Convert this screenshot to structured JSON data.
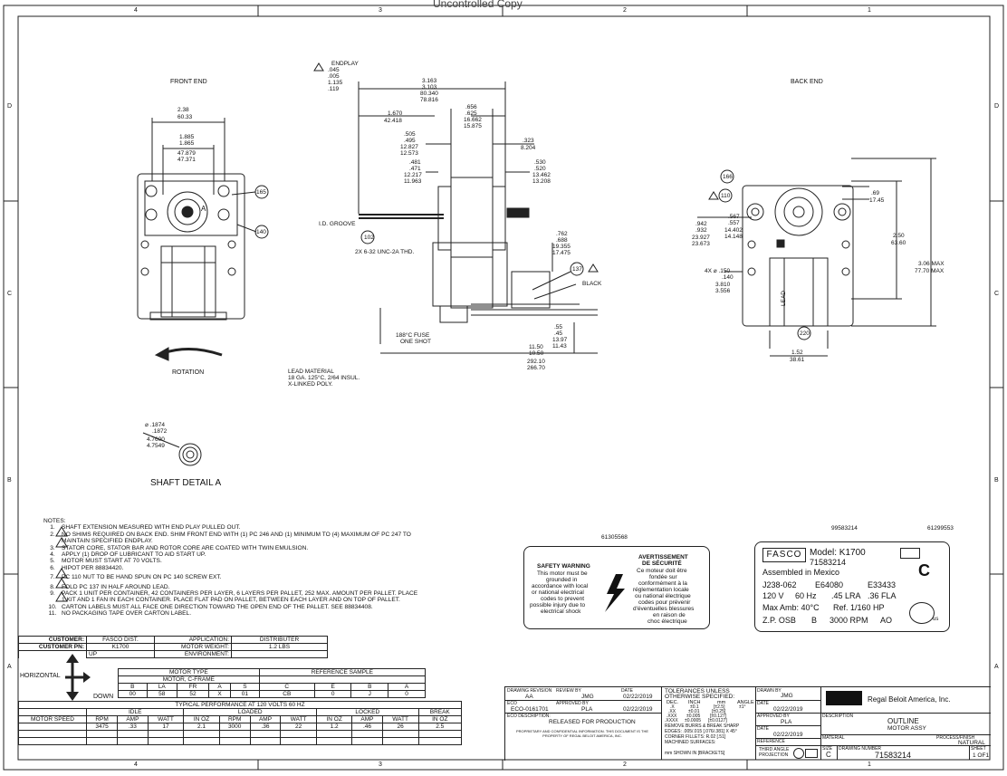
{
  "header": {
    "watermark": "Uncontrolled Copy"
  },
  "zones": {
    "top": [
      "4",
      "3",
      "2",
      "1"
    ],
    "bottom": [
      "4",
      "3",
      "2",
      "1"
    ],
    "left": [
      "D",
      "C",
      "B",
      "A"
    ],
    "right": [
      "D",
      "C",
      "B",
      "A"
    ]
  },
  "views": {
    "front_end": "FRONT END",
    "back_end": "BACK END",
    "rotation": "ROTATION",
    "shaft_detail": "SHAFT DETAIL A",
    "detail_marker": "A"
  },
  "front_dims": {
    "d1": "2.38",
    "d1m": "60.33",
    "d2a": "1.885",
    "d2b": "1.865",
    "d2c": "47.879",
    "d2d": "47.371",
    "b165": "165",
    "b140": "140"
  },
  "side_dims": {
    "endplay_label": "ENDPLAY",
    "endplay_a": ".045",
    "endplay_b": ".005",
    "endplay_c": "1.135",
    "endplay_d": ".119",
    "len_a": "3.163",
    "len_b": "3.103",
    "len_c": "80.340",
    "len_d": "78.816",
    "d1670": "1.670",
    "d1670m": "42.418",
    "d656": ".656",
    "d625": ".625",
    "d656m": "16.662",
    "d625m": "15.875",
    "d505": ".505",
    "d495": ".495",
    "d505m": "12.827",
    "d495m": "12.573",
    "d323": ".323",
    "d323m": "8.204",
    "d481": ".481",
    "d471": ".471",
    "d481m": "12.217",
    "d471m": "11.963",
    "d530": ".530",
    "d520": ".520",
    "d530m": "13.462",
    "d520m": "13.208",
    "groove": "I.D. GROOVE",
    "b102": "102",
    "thd": "2X 6-32 UNC-2A THD.",
    "d762": ".762",
    "d688": ".688",
    "d762m": "19.355",
    "d688m": "17.475",
    "b137": "137",
    "black": "BLACK",
    "d55": ".55",
    "d45": ".45",
    "d55m": "13.97",
    "d45m": "11.43",
    "fuse1": "188°C FUSE",
    "fuse2": "ONE SHOT",
    "l1150": "11.50",
    "l1050": "10.50",
    "l1150m": "292.10",
    "l1050m": "266.70",
    "lead1": "LEAD MATERIAL",
    "lead2": "18 GA. 125°C, 2/64 INSUL.",
    "lead3": "X-LINKED POLY."
  },
  "back_dims": {
    "b166": "166",
    "b110": "110",
    "b220": "220",
    "d69": ".69",
    "d69m": "17.45",
    "d567": ".567",
    "d557": ".557",
    "d567m": "14.402",
    "d557m": "14.148",
    "d942": ".942",
    "d932": ".932",
    "d942m": "23.927",
    "d932m": "23.673",
    "d250": "2.50",
    "d250m": "63.60",
    "d306": "3.06 MAX",
    "d306m": "77.70 MAX",
    "d150": "4X ⌀ .150",
    "d140": ".140",
    "d150m": "3.810",
    "d140m": "3.556",
    "d152": "1.52",
    "d152m": "38.61",
    "lead": "LEAD"
  },
  "shaft_dims": {
    "a": "⌀ .1874",
    "b": ".1872",
    "c": "4.7600",
    "d": "4.7549"
  },
  "notes": {
    "title": "NOTES:",
    "items": [
      {
        "num": "1.",
        "text": "SHAFT EXTENSION MEASURED WITH END PLAY PULLED OUT."
      },
      {
        "num": "2.",
        "text": "NO SHIMS REQUIRED ON BACK END. SHIM FRONT END WITH (1) PC 246 AND (1) MINIMUM TO (4) MAXIMUM OF PC 247 TO"
      },
      {
        "num": "",
        "text": "MAINTAIN SPECIFIED ENDPLAY."
      },
      {
        "num": "3.",
        "text": "STATOR CORE, STATOR BAR AND ROTOR CORE ARE COATED WITH TWIN EMULSION."
      },
      {
        "num": "4.",
        "text": "APPLY (1) DROP OF LUBRICANT TO AID START UP."
      },
      {
        "num": "5.",
        "text": "MOTOR MUST START AT 70 VOLTS."
      },
      {
        "num": "6.",
        "text": "HIPOT PER 88834420."
      },
      {
        "num": "7.",
        "text": "PC 110 NUT TO BE HAND SPUN ON PC 140 SCREW EXT."
      },
      {
        "num": "8.",
        "text": "FOLD PC 137 IN HALF AROUND LEAD."
      },
      {
        "num": "9.",
        "text": "PACK 1 UNIT PER CONTAINER, 42 CONTAINERS PER LAYER, 6 LAYERS PER PALLET, 252 MAX. AMOUNT PER PALLET. PLACE"
      },
      {
        "num": "",
        "text": "1 KIT AND 1 FAN IN EACH CONTAINER. PLACE FLAT PAD ON PALLET, BETWEEN EACH LAYER AND ON TOP OF PALLET."
      },
      {
        "num": "10.",
        "text": "CARTON LABELS MUST ALL FACE ONE DIRECTION TOWARD THE OPEN END OF THE PALLET. SEE 88834408."
      },
      {
        "num": "11.",
        "text": "NO PACKAGING TAPE OVER CARTON LABEL."
      }
    ]
  },
  "warning": {
    "part": "61305568",
    "en_title": "SAFETY WARNING",
    "en_lines": [
      "This motor must be",
      "grounded in",
      "accordance with local",
      "or national electrical",
      "codes to prevent",
      "possible injury due to",
      "electrical shock"
    ],
    "fr_title1": "AVERTISSEMENT",
    "fr_title2": "DE SÉCURITÉ",
    "fr_lines": [
      "Ce moteur doit être",
      "fondée sur",
      "conformément à la",
      "réglementation locale",
      "ou national électrique",
      "codes pour prévenir",
      "d'éventuelles blessures",
      "en raison de",
      "choc électrique"
    ]
  },
  "nameplate": {
    "part_left": "99583214",
    "part_right": "61299553",
    "brand": "FASCO",
    "model": "Model: K1700",
    "number": "71583214",
    "assembled": "Assembled in Mexico",
    "row1": [
      "J238-062",
      "E64080",
      "E33433"
    ],
    "row2": [
      "120 V",
      "60 Hz",
      ".45 LRA",
      ".36 FLA"
    ],
    "row3": [
      "Max Amb: 40°C",
      "Ref. 1/160 HP"
    ],
    "row4": [
      "Z.P. OSB",
      "B",
      "3000 RPM",
      "AO"
    ],
    "ce": "C",
    "ul": "us"
  },
  "info_table": {
    "customer_label": "CUSTOMER:",
    "customer": "FASCO DIST.",
    "application_label": "APPLICATION:",
    "application": "DISTRIBUTER",
    "pn_label": "CUSTOMER PN:",
    "pn": "K1700",
    "weight_label": "MOTOR WEIGHT:",
    "weight": "1.2 LBS",
    "env_label": "ENVIRONMENT:",
    "env": "",
    "horizontal": "HORIZONTAL",
    "up": "UP",
    "down": "DOWN",
    "motor_type_label": "MOTOR TYPE",
    "motor_type": "MOTOR, C-FRAME",
    "ref_sample": "REFERENCE SAMPLE",
    "cols": [
      "B",
      "LA",
      "FR",
      "A",
      "S",
      "C",
      "E",
      "B",
      "A"
    ],
    "vals": [
      "00",
      "58",
      "52",
      "X",
      "01",
      "CB",
      "0",
      "J",
      "0"
    ],
    "perf_title": "TYPICAL PERFORMANCE AT 120 VOLTS 60 HZ",
    "groups": [
      "IDLE",
      "LOADED",
      "LOCKED",
      "BREAK"
    ],
    "heads": [
      "MOTOR SPEED",
      "RPM",
      "AMP",
      "WATT",
      "IN OZ",
      "RPM",
      "AMP",
      "WATT",
      "IN OZ",
      "AMP",
      "WATT",
      "IN OZ"
    ],
    "row": [
      "",
      "3475",
      ".33",
      "17",
      "2.1",
      "3000",
      ".36",
      "22",
      "1.2",
      ".46",
      "26",
      "2.5"
    ]
  },
  "title_block": {
    "rev_label": "DRAWING REVISION",
    "rev": "AA",
    "review_label": "REVIEW BY",
    "review": "JMG",
    "date_label": "DATE",
    "date1": "02/22/2019",
    "eco_label": "ECO",
    "eco": "ECO-0161701",
    "approved_label": "APPROVED BY",
    "approved": "PLA",
    "date2": "02/22/2019",
    "eco_desc_label": "ECO DESCRIPTION:",
    "eco_desc": "RELEASED FOR PRODUCTION",
    "prop_text": "PROPRIETARY AND CONFIDENTIAL INFORMATION. THIS DOCUMENT IS THE PROPERTY OF REGAL BELOIT AMERICA, INC.",
    "tol_title1": "TOLERANCES UNLESS",
    "tol_title2": "OTHERWISE SPECIFIED:",
    "tol_heads": [
      "DEC.",
      "INCH",
      "mm",
      "ANGLE"
    ],
    "tol_rows": [
      [
        ".X",
        "±0.1",
        "[±2.5]",
        "±1°"
      ],
      [
        ".XX",
        "±0.01",
        "[±0.25]",
        ""
      ],
      [
        ".XXX",
        "±0.005",
        "[±0.127]",
        ""
      ],
      [
        ".XXXX",
        "±0.0005",
        "[±0.0127]",
        ""
      ]
    ],
    "burrs": "REMOVE BURRS & BREAK SHARP",
    "edges": "EDGES: .005/.015 [.076/.381] X 45°",
    "fillets": "CORNER FILLETS: R.02 [.51]",
    "machined": "MACHINED SURFACES:",
    "brackets": "mm SHOWN IN [BRACKETS]",
    "drawn_label": "DRAWN BY",
    "drawn": "JMG",
    "date3": "02/22/2019",
    "appr2_label": "APPROVED BY",
    "appr2": "PLA",
    "date4": "02/22/2019",
    "company": "Regal Beloit America, Inc.",
    "desc_label": "DESCRIPTION",
    "desc1": "OUTLINE",
    "desc2": "MOTOR ASSY",
    "ref_label": "REFERENCE",
    "material_label": "MATERIAL",
    "process_label": "PROCESS/FINISH",
    "process": "NATURAL",
    "projection": "THIRD ANGLE PROJECTION",
    "size_label": "SIZE",
    "size": "C",
    "dwg_label": "DRAWING NUMBER",
    "dwg": "71583214",
    "sheet_label": "SHEET",
    "sheet": "1 OF1"
  }
}
